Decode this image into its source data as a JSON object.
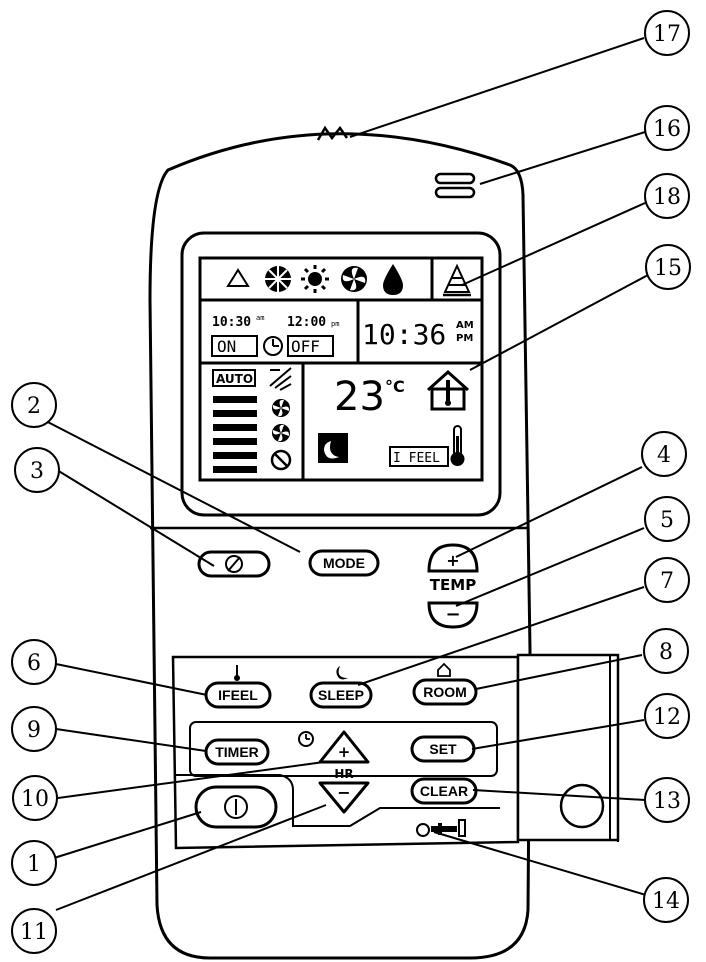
{
  "display": {
    "timer_on_time": "10:30",
    "timer_on_suffix": "am",
    "timer_off_time": "12:00",
    "timer_off_suffix": "pm",
    "on_box": "ON",
    "off_box": "OFF",
    "clock_time": "10:36",
    "am": "AM",
    "pm": "PM",
    "temperature": "23",
    "temp_unit": "°C",
    "auto_box": "AUTO",
    "ifeel_box": "I FEEL"
  },
  "buttons": {
    "mode": "MODE",
    "temp_label": "TEMP",
    "temp_up": "+",
    "temp_down": "−",
    "ifeel": "IFEEL",
    "sleep": "SLEEP",
    "room": "ROOM",
    "timer": "TIMER",
    "hr_up": "+",
    "hr_label": "HR",
    "hr_down": "−",
    "set": "SET",
    "clear": "CLEAR"
  },
  "callouts": [
    {
      "id": "c1",
      "label": "1"
    },
    {
      "id": "c2",
      "label": "2"
    },
    {
      "id": "c3",
      "label": "3"
    },
    {
      "id": "c4",
      "label": "4"
    },
    {
      "id": "c5",
      "label": "5"
    },
    {
      "id": "c6",
      "label": "6"
    },
    {
      "id": "c7",
      "label": "7"
    },
    {
      "id": "c8",
      "label": "8"
    },
    {
      "id": "c9",
      "label": "9"
    },
    {
      "id": "c10",
      "label": "10"
    },
    {
      "id": "c11",
      "label": "11"
    },
    {
      "id": "c12",
      "label": "12"
    },
    {
      "id": "c13",
      "label": "13"
    },
    {
      "id": "c14",
      "label": "14"
    },
    {
      "id": "c15",
      "label": "15"
    },
    {
      "id": "c16",
      "label": "16"
    },
    {
      "id": "c17",
      "label": "17"
    },
    {
      "id": "c18",
      "label": "18"
    }
  ]
}
